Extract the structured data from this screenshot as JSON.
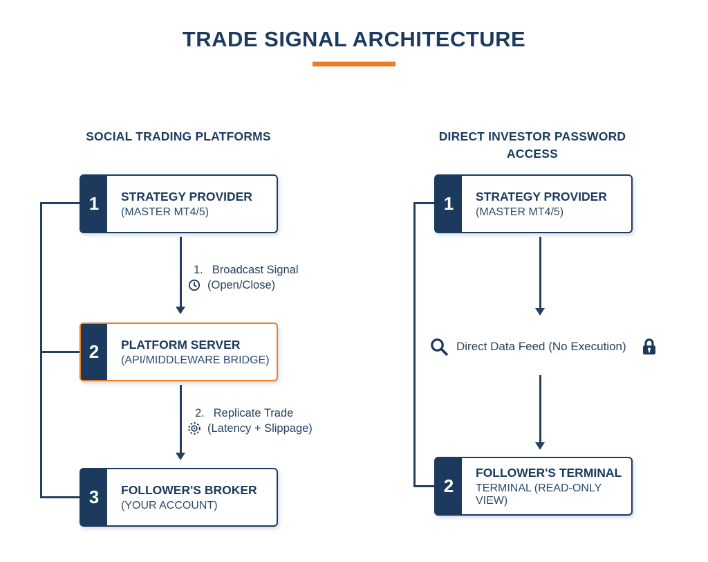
{
  "title": "TRADE SIGNAL ARCHITECTURE",
  "colors": {
    "navy": "#1C3A5E",
    "accent_orange": "#E87E25"
  },
  "left_column": {
    "header": "SOCIAL TRADING PLATFORMS",
    "boxes": [
      {
        "number": "1",
        "title": "STRATEGY PROVIDER",
        "subtitle": "(MASTER MT4/5)"
      },
      {
        "number": "2",
        "title": "PLATFORM SERVER",
        "subtitle": "(API/MIDDLEWARE BRIDGE)"
      },
      {
        "number": "3",
        "title": "FOLLOWER'S BROKER",
        "subtitle": "(YOUR ACCOUNT)"
      }
    ],
    "steps": [
      {
        "step": "1.",
        "label": "Broadcast Signal",
        "sublabel": "(Open/Close)",
        "icon": "clock-icon"
      },
      {
        "step": "2.",
        "label": "Replicate Trade",
        "sublabel": "(Latency + Slippage)",
        "icon": "latency-icon"
      }
    ]
  },
  "right_column": {
    "header": "DIRECT INVESTOR PASSWORD ACCESS",
    "boxes": [
      {
        "number": "1",
        "title": "STRATEGY PROVIDER",
        "subtitle": "(MASTER MT4/5)"
      },
      {
        "number": "2",
        "title": "FOLLOWER'S TERMINAL",
        "subtitle": "TERMINAL (READ-ONLY VIEW)"
      }
    ],
    "feed": {
      "label": "Direct Data Feed (No Execution)",
      "left_icon": "magnifier-icon",
      "right_icon": "lock-icon"
    }
  }
}
